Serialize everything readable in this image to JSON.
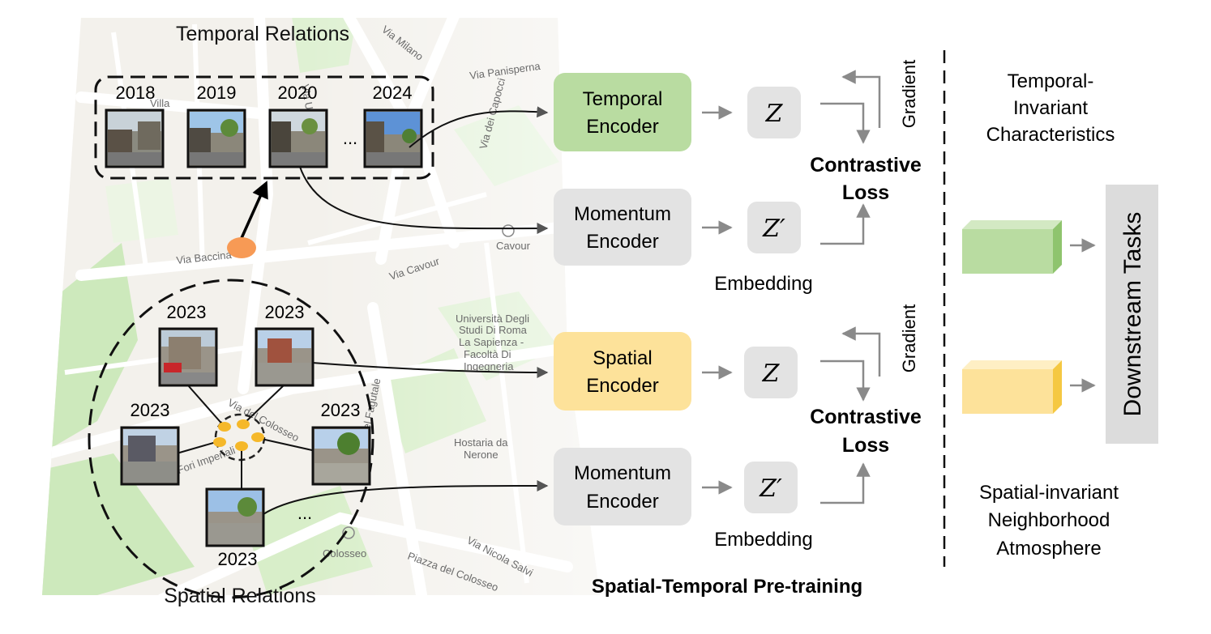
{
  "map": {
    "streets": [
      "Via Milano",
      "Via Panisperna",
      "Via dei Capocci",
      "Via Baccina",
      "Cavour",
      "Via Cavour",
      "Università Degli",
      "Studi Di Roma",
      "La Sapienza -",
      "Facoltà Di",
      "Ingegneria",
      "Hostaria da",
      "Nerone",
      "Via del Colosseo",
      "Via del Fagutale",
      "Via dei Fori Imperiali",
      "Colosseo",
      "Piazza del Colosseo",
      "Via Nicola Salvi",
      "Via Urbana",
      "Villa"
    ]
  },
  "temporal": {
    "title": "Temporal Relations",
    "years": [
      "2018",
      "2019",
      "2020",
      "2024"
    ],
    "ellipsis": "..."
  },
  "spatial": {
    "title": "Spatial Relations",
    "years": [
      "2023",
      "2023",
      "2023",
      "2023",
      "2023"
    ],
    "ellipsis": "..."
  },
  "encoders": {
    "temporal": [
      "Temporal",
      "Encoder"
    ],
    "momentum1": [
      "Momentum",
      "Encoder"
    ],
    "spatial": [
      "Spatial",
      "Encoder"
    ],
    "momentum2": [
      "Momentum",
      "Encoder"
    ]
  },
  "embeddings": {
    "z": "Z",
    "z_prime": "Z′",
    "label": "Embedding"
  },
  "loss": {
    "line1": "Contrastive",
    "line2": "Loss",
    "gradient": "Gradient"
  },
  "section_label": "Spatial-Temporal Pre-training",
  "right": {
    "temporal_invariant": [
      "Temporal-",
      "Invariant",
      "Characteristics"
    ],
    "spatial_invariant": [
      "Spatial-invariant",
      "Neighborhood",
      "Atmosphere"
    ],
    "downstream": "Downstream Tasks"
  },
  "colors": {
    "temporal_encoder": "#b9dca1",
    "spatial_encoder": "#fde29a",
    "momentum_encoder": "#e3e3e3",
    "embedding_box": "#e3e3e3",
    "orange_dot": "#f79a55",
    "spatial_dot": "#f5b82a",
    "map_green": "#b6df9d",
    "arrow_gray": "#8a8a8a",
    "downstream_bg": "#dcdcdc"
  }
}
